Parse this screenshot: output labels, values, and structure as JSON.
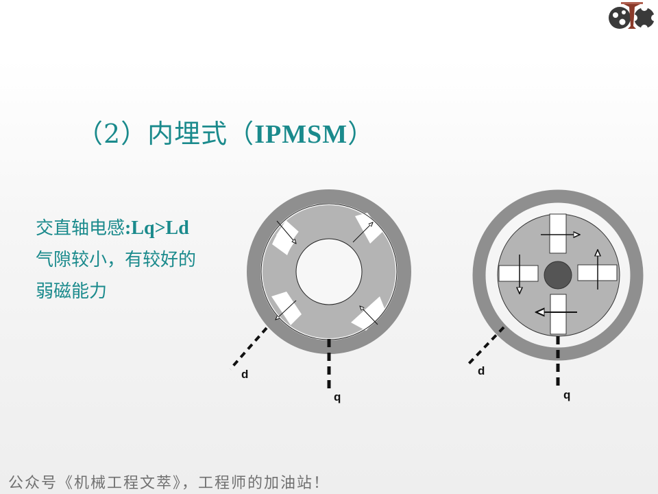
{
  "slide": {
    "title_prefix": "（2）内埋式（",
    "title_en": "IPMSM",
    "title_suffix": "）",
    "body": {
      "line1_cn": "交直轴电感",
      "line1_formula": ":Lq>Ld",
      "line2": "气隙较小，有较好的",
      "line3": "弱磁能力"
    },
    "footer": "公众号《机械工程文萃》，工程师的加油站！"
  },
  "diagrams": [
    {
      "name": "left-rotor",
      "d_label": "d",
      "q_label": "q"
    },
    {
      "name": "right-rotor",
      "d_label": "d",
      "q_label": "q"
    }
  ],
  "colors": {
    "text_teal": "#1a8a8c",
    "stator_gray": "#8f8f8f",
    "rotor_gray": "#b4b4b4",
    "shaft_dark": "#555555",
    "logo_dark": "#3a3a3a",
    "logo_red": "#8a3a2a"
  }
}
